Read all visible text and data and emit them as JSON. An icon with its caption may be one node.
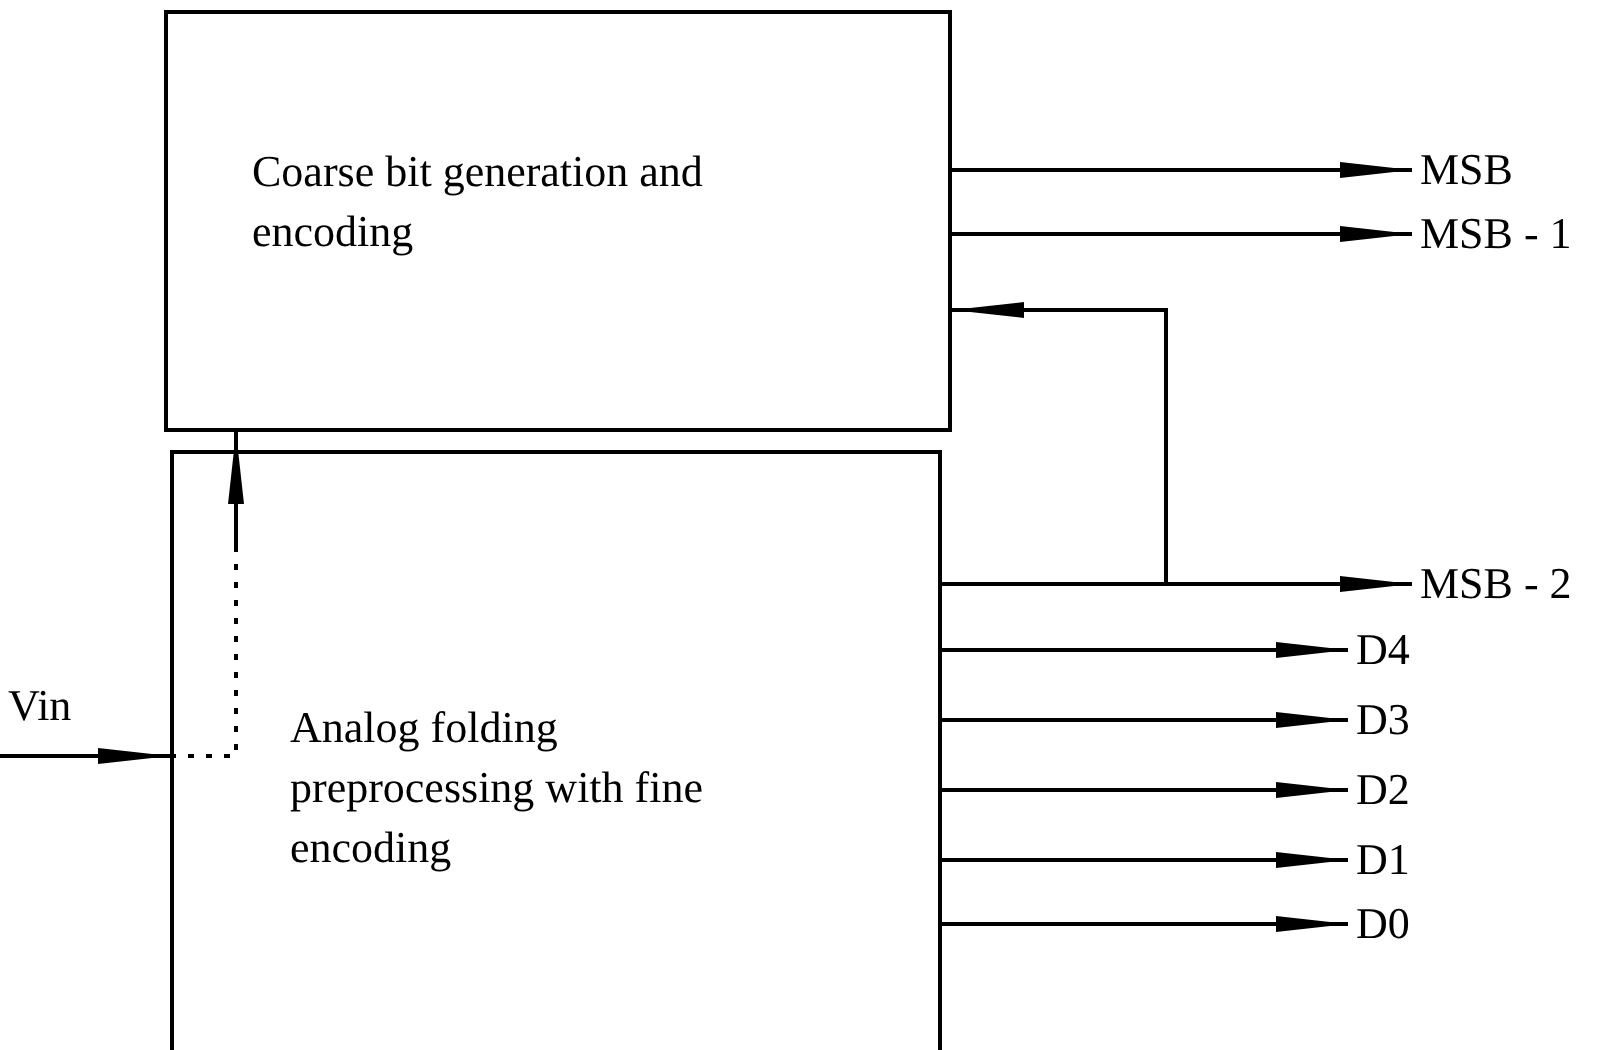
{
  "diagram": {
    "nodes": [
      {
        "text": [
          "Coarse bit generation and encoding"
        ]
      },
      {
        "text": [
          "Analog folding preprocessing with fine encoding"
        ]
      },
      {
        "text": [
          "Vin"
        ]
      },
      {
        "text": [
          "MSB"
        ]
      },
      {
        "text": [
          "MSB - 1"
        ]
      },
      {
        "text": [
          "MSB - 2"
        ]
      },
      {
        "text": [
          "D4"
        ]
      },
      {
        "text": [
          "D3"
        ]
      },
      {
        "text": [
          "D2"
        ]
      },
      {
        "text": [
          "D1"
        ]
      },
      {
        "text": [
          "D0"
        ]
      }
    ],
    "edges": [
      {
        "from": 2,
        "to": 1,
        "arrow": "to"
      },
      {
        "from": 1,
        "to": 0,
        "arrow": "to",
        "style": "dashed"
      },
      {
        "from": 1,
        "to": 0,
        "arrow": "to"
      },
      {
        "from": 0,
        "to": 3,
        "arrow": "to"
      },
      {
        "from": 0,
        "to": 4,
        "arrow": "to"
      },
      {
        "from": 1,
        "to": 5,
        "arrow": "to"
      },
      {
        "from": 1,
        "to": 6,
        "arrow": "to"
      },
      {
        "from": 1,
        "to": 7,
        "arrow": "to"
      },
      {
        "from": 1,
        "to": 8,
        "arrow": "to"
      },
      {
        "from": 1,
        "to": 9,
        "arrow": "to"
      },
      {
        "from": 1,
        "to": 10,
        "arrow": "to"
      }
    ]
  }
}
